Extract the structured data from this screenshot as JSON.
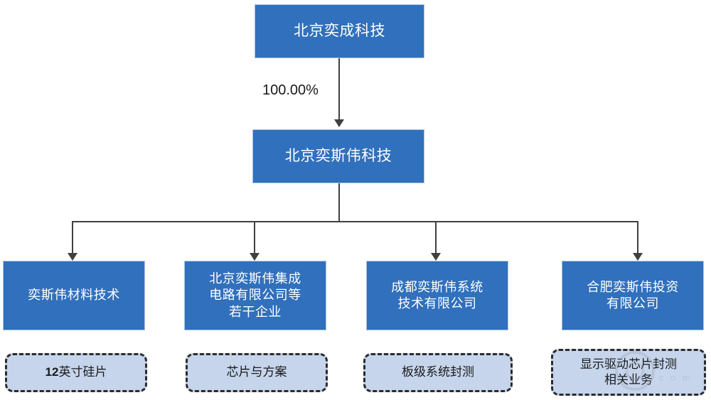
{
  "diagram": {
    "title_node": {
      "label": "北京奕成科技"
    },
    "ownership": {
      "percent_label": "100.00%"
    },
    "level2_node": {
      "label": "北京奕斯伟科技"
    },
    "subsidiaries": [
      {
        "label": "奕斯伟材料技术",
        "tag": "12英寸硅片",
        "tag_bold_prefix": "12",
        "tag_rest": "英寸硅片"
      },
      {
        "label": "北京奕斯伟集成\n电路有限公司等\n若干企业",
        "tag": "芯片与方案",
        "tag_bold_prefix": "",
        "tag_rest": "芯片与方案"
      },
      {
        "label": "成都奕斯伟系统\n技术有限公司",
        "tag": "板级系统封测",
        "tag_bold_prefix": "",
        "tag_rest": "板级系统封测"
      },
      {
        "label": "合肥奕斯伟投资\n有限公司",
        "tag": "显示驱动芯片封测\n相关业务",
        "tag_bold_prefix": "",
        "tag_rest": "显示驱动芯片封测\n相关业务"
      }
    ],
    "watermark": {
      "text": "c o m"
    },
    "colors": {
      "node_fill": "#3070BC",
      "node_text": "#FFFFFF",
      "tag_fill": "#C6D5EC",
      "tag_border": "#2B2B2B",
      "connector": "#404040"
    }
  }
}
